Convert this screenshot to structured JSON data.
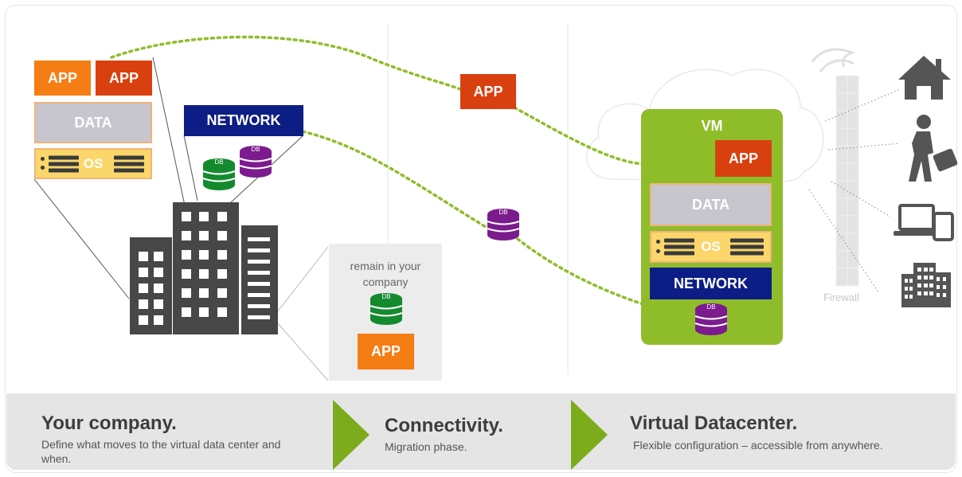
{
  "diagram": {
    "company": {
      "app1_label": "APP",
      "app2_label": "APP",
      "data_label": "DATA",
      "os_label": "OS",
      "network_label": "NETWORK",
      "db_label": "DB",
      "remain_text": "remain in your company",
      "remain_app_label": "APP"
    },
    "connectivity": {
      "app_label": "APP",
      "db_label": "DB"
    },
    "vm": {
      "title": "VM",
      "app_label": "APP",
      "data_label": "DATA",
      "os_label": "OS",
      "network_label": "NETWORK",
      "db_label": "DB"
    },
    "firewall_label": "Firewall",
    "icons": [
      "home-icon",
      "business-traveler-icon",
      "laptop-tablet-icon",
      "office-building-icon"
    ],
    "colors": {
      "app_orange": "#f47d14",
      "app_red": "#d9400f",
      "network_navy": "#0d1d86",
      "vm_green": "#8fbd2a",
      "db_green": "#138a2e",
      "db_purple": "#7b1b8e",
      "chevron_green": "#7cac1c"
    }
  },
  "footer": {
    "sections": [
      {
        "title": "Your company.",
        "subtitle": "Define what moves to the virtual data center and when."
      },
      {
        "title": "Connectivity.",
        "subtitle": "Migration phase."
      },
      {
        "title": "Virtual Datacenter.",
        "subtitle": "Flexible configuration – accessible from anywhere."
      }
    ]
  }
}
